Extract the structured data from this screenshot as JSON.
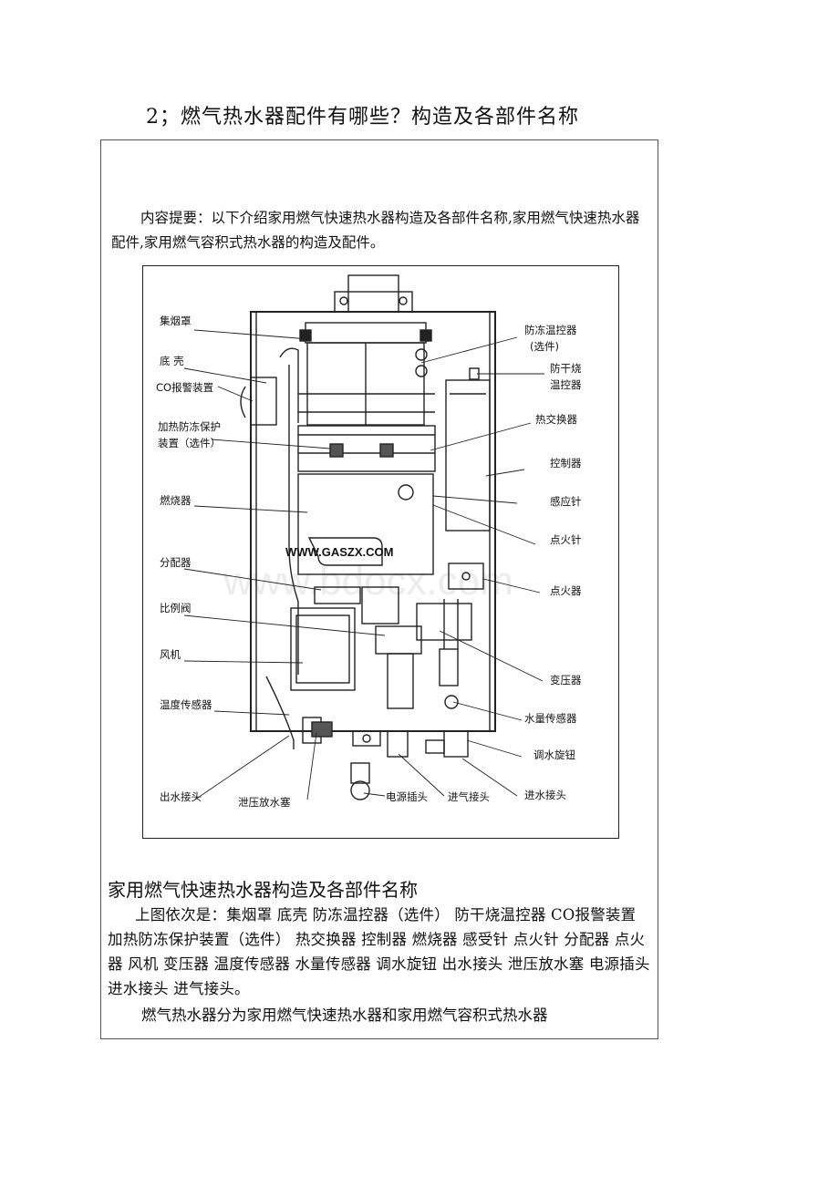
{
  "heading": "2；燃气热水器配件有哪些？构造及各部件名称",
  "summary": "内容提要：以下介绍家用燃气快速热水器构造及各部件名称,家用燃气快速热水器配件,家用燃气容积式热水器的构造及配件。",
  "figure": {
    "watermark": "www.bdocx.com",
    "url_text": "WWW.GASZX.COM",
    "labels": {
      "jiyanzhao": "集烟罩",
      "dike": "底 壳",
      "co": "CO报警装置",
      "jiare1": "加热防冻保护",
      "jiare2": "装置（选件）",
      "ranshaoqi": "燃烧器",
      "fenpeiqi": "分配器",
      "bilifa": "比例阀",
      "fengji": "风机",
      "wendu": "温度传感器",
      "chushui": "出水接头",
      "xieya": "泄压放水塞",
      "fangdong1": "防冻温控器",
      "fangdong2": "(选件)",
      "fanggan1": "防干烧",
      "fanggan2": "温控器",
      "rejiao": "热交换器",
      "kongzhi": "控制器",
      "ganying": "感应针",
      "dianhuozhen": "点火针",
      "dianhuoqi": "点火器",
      "bianya": "变压器",
      "shuiliang": "水量传感器",
      "tiaoshui": "调水旋钮",
      "jinshui": "进水接头",
      "dianyuan": "电源插头",
      "jinqi": "进气接头"
    }
  },
  "section_title": "家用燃气快速热水器构造及各部件名称",
  "section_body": "上图依次是：集烟罩 底壳 防冻温控器（选件） 防干烧温控器 CO报警装置 加热防冻保护装置（选件） 热交换器 控制器 燃烧器 感受针 点火针 分配器 点火器 风机 变压器 温度传感器 水量传感器 调水旋钮 出水接头 泄压放水塞 电源插头 进水接头 进气接头。",
  "footer_line": "燃气热水器分为家用燃气快速热水器和家用燃气容积式热水器"
}
